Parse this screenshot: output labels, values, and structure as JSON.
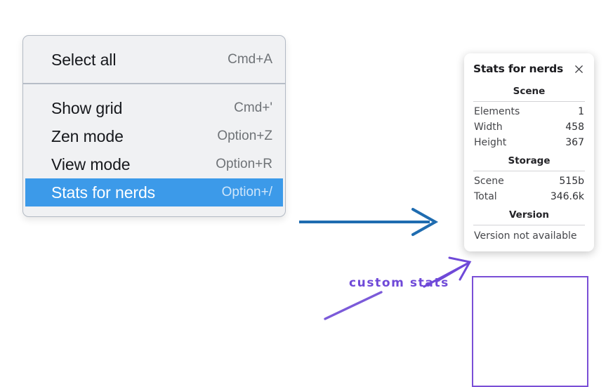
{
  "context_menu": {
    "groups": [
      {
        "items": [
          {
            "label": "Select all",
            "shortcut": "Cmd+A",
            "highlighted": false
          }
        ]
      },
      {
        "items": [
          {
            "label": "Show grid",
            "shortcut": "Cmd+'",
            "highlighted": false
          },
          {
            "label": "Zen mode",
            "shortcut": "Option+Z",
            "highlighted": false
          },
          {
            "label": "View mode",
            "shortcut": "Option+R",
            "highlighted": false
          },
          {
            "label": "Stats for nerds",
            "shortcut": "Option+/",
            "highlighted": true
          }
        ]
      }
    ],
    "items_flat": {
      "select_all_label": "Select all",
      "select_all_shortcut": "Cmd+A",
      "show_grid_label": "Show grid",
      "show_grid_shortcut": "Cmd+'",
      "zen_mode_label": "Zen mode",
      "zen_mode_shortcut": "Option+Z",
      "view_mode_label": "View mode",
      "view_mode_shortcut": "Option+R",
      "stats_label": "Stats for nerds",
      "stats_shortcut": "Option+/"
    },
    "highlight_color": "#3c9ae9",
    "background_color": "#f0f1f3"
  },
  "stats_panel": {
    "title": "Stats for nerds",
    "close_icon": "close-icon",
    "scene": {
      "heading": "Scene",
      "rows": [
        {
          "label": "Elements",
          "value": "1"
        },
        {
          "label": "Width",
          "value": "458"
        },
        {
          "label": "Height",
          "value": "367"
        }
      ],
      "elements_label": "Elements",
      "elements_value": "1",
      "width_label": "Width",
      "width_value": "458",
      "height_label": "Height",
      "height_value": "367"
    },
    "storage": {
      "heading": "Storage",
      "scene_label": "Scene",
      "scene_value": "515b",
      "total_label": "Total",
      "total_value": "346.6k"
    },
    "version": {
      "heading": "Version",
      "text": "Version not available"
    },
    "highlight_box_color": "#7a4fd6"
  },
  "annotations": {
    "custom_stats_caption": "custom stats",
    "caption_color": "#6f49d8",
    "blue_arrow_color": "#1f6cb0",
    "purple_arrow_color": "#6f49d8"
  }
}
